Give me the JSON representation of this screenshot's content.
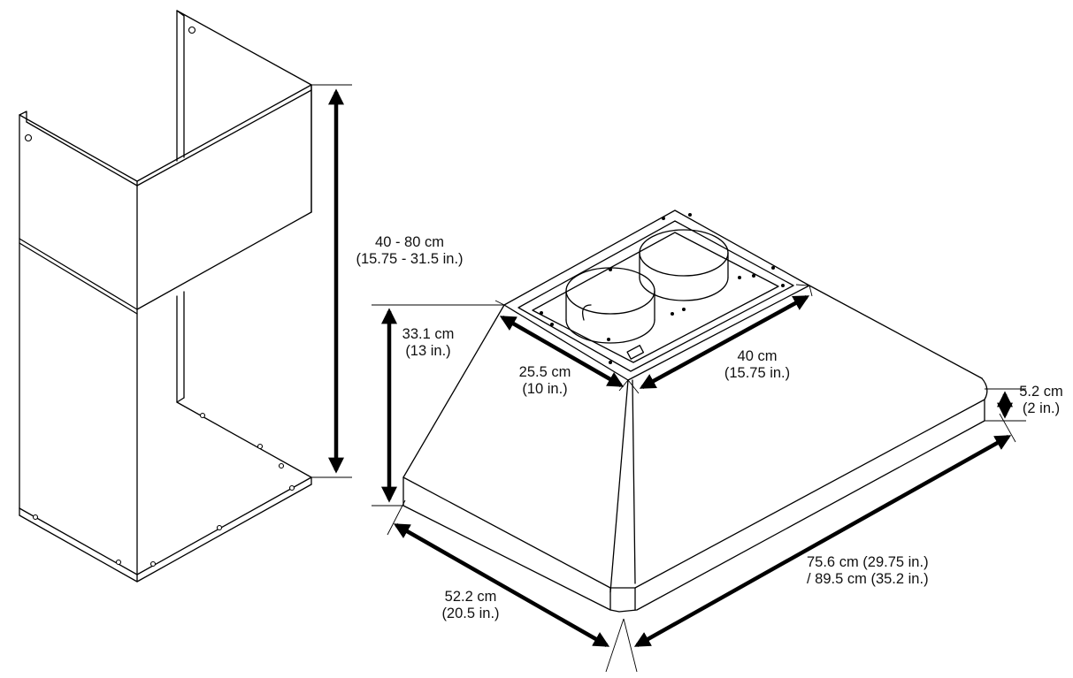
{
  "dimensions": {
    "chimney_height": {
      "metric": "40 - 80 cm",
      "imperial": "(15.75 - 31.5 in.)"
    },
    "hood_height": {
      "metric": "33.1 cm",
      "imperial": "(13 in.)"
    },
    "top_depth": {
      "metric": "25.5 cm",
      "imperial": "(10 in.)"
    },
    "top_width": {
      "metric": "40 cm",
      "imperial": "(15.75 in.)"
    },
    "base_thickness": {
      "metric": "5.2 cm",
      "imperial": "(2 in.)"
    },
    "hood_depth": {
      "metric": "52.2 cm",
      "imperial": "(20.5 in.)"
    },
    "hood_width": {
      "metric": "75.6 cm (29.75 in.)",
      "imperial": "/ 89.5 cm (35.2 in.)"
    }
  }
}
